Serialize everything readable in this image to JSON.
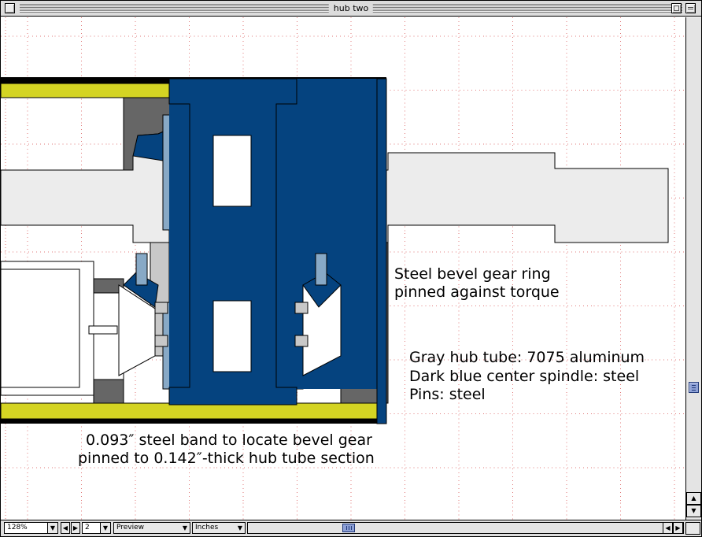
{
  "window": {
    "title": "hub two"
  },
  "annotations": {
    "bevel_gear_line1": "Steel bevel gear ring",
    "bevel_gear_line2": "pinned against torque",
    "materials_line1": "Gray hub tube: 7075 aluminum",
    "materials_line2": "Dark blue center spindle: steel",
    "materials_line3": "Pins: steel",
    "band_line1": "0.093″ steel band to locate bevel gear",
    "band_line2": "pinned to 0.142″-thick hub tube section"
  },
  "statusbar": {
    "zoom": "128%",
    "page": "2",
    "view_mode": "Preview",
    "units": "Inches"
  },
  "colors": {
    "steel_band": "#d4d423",
    "spindle": "#05437f",
    "bevel_gear_light": "#88a9c6",
    "hub_dark_gray": "#666666",
    "hub_light_gray": "#c8c8c8",
    "axle": "#ececec",
    "grid_dot": "#e08080"
  },
  "icons": {
    "close_box": "close-box-icon",
    "zoom_box": "zoom-box-icon",
    "collapse_box": "collapse-box-icon"
  }
}
